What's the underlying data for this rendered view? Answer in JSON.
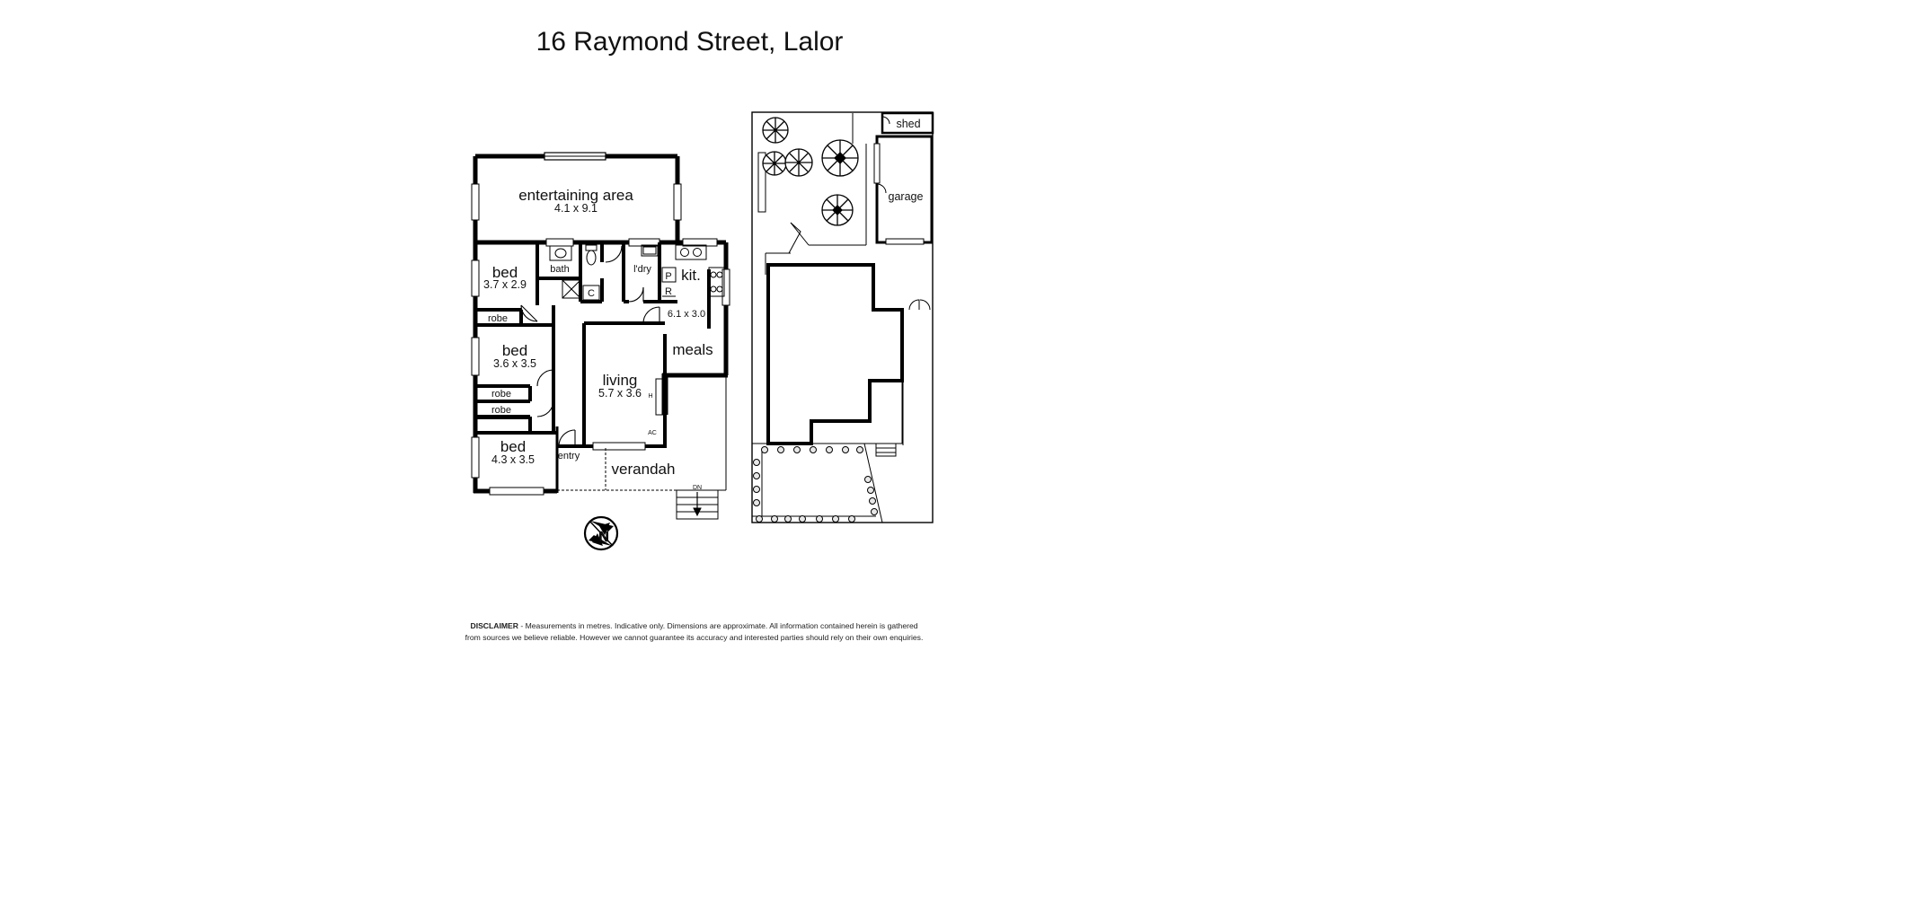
{
  "title": "16 Raymond Street, Lalor",
  "rooms": {
    "entertaining": {
      "name": "entertaining area",
      "dims": "4.1 x 9.1"
    },
    "bed1": {
      "name": "bed",
      "dims": "3.7 x 2.9"
    },
    "bath": {
      "name": "bath"
    },
    "laundry": {
      "name": "l'dry"
    },
    "kitchen": {
      "name": "kit."
    },
    "kitchen_dims": "6.1 x 3.0",
    "meals": {
      "name": "meals"
    },
    "pantry": "P",
    "fridge": "R",
    "cupboard": "C",
    "robe1": "robe",
    "bed2": {
      "name": "bed",
      "dims": "3.6 x 3.5"
    },
    "living": {
      "name": "living",
      "dims": "5.7 x 3.6"
    },
    "heater": "H",
    "aircon": "AC",
    "robe2": "robe",
    "robe3": "robe",
    "bed3": {
      "name": "bed",
      "dims": "4.3 x 3.5"
    },
    "entry": {
      "name": "entry"
    },
    "verandah": {
      "name": "verandah"
    },
    "stairs_down": "DN"
  },
  "site": {
    "shed": "shed",
    "garage": "garage"
  },
  "compass": {
    "label": "N",
    "icon": "north-arrow-icon"
  },
  "disclaimer": {
    "heading": "DISCLAIMER",
    "line1": " - Measurements in metres. Indicative only. Dimensions are approximate. All information contained herein is gathered",
    "line2": "from sources we believe reliable. However we cannot guarantee its accuracy and interested parties should rely on their own enquiries."
  },
  "colors": {
    "walls": "#000000",
    "background": "#ffffff",
    "text": "#111111"
  }
}
